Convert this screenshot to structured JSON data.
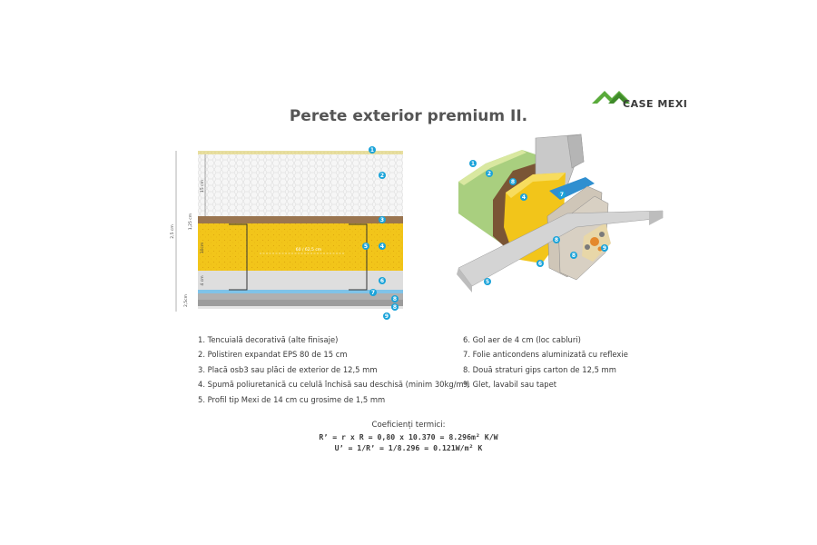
{
  "header": {
    "title": "Perete exterior premium II.",
    "logo_text": "CASE MEXI"
  },
  "section": {
    "markers": [
      "1",
      "2",
      "3",
      "4",
      "5",
      "6",
      "7",
      "8",
      "8",
      "9"
    ],
    "dims": {
      "total": "2,5 cm",
      "eps": "15 cm",
      "osb": "1,25 cm",
      "foam": "10cm",
      "gap": "4 cm",
      "gips": "2,5cm",
      "spacing": "60 / 62,5 cm"
    }
  },
  "iso": {
    "markers": [
      "1",
      "2",
      "8",
      "4",
      "7",
      "8",
      "6",
      "5",
      "8",
      "9"
    ]
  },
  "legend": {
    "left": [
      "1. Tencuială decorativă (alte finisaje)",
      "2. Polistiren expandat EPS 80 de 15 cm",
      "3. Placă osb3 sau plăci de exterior de 12,5 mm",
      "4. Spumă poliuretanică cu celulă închisă sau deschisă (minim 30kg/m³)",
      "5. Profil tip Mexi de 14 cm cu grosime de 1,5 mm"
    ],
    "right": [
      "6. Gol aer de 4 cm (loc cabluri)",
      "7. Folie anticondens aluminizată cu reflexie",
      "8. Două straturi gips carton de 12,5 mm",
      "9. Glet, lavabil sau tapet"
    ]
  },
  "coefficients": {
    "heading": "Coeficienți termici:",
    "r_formula": "R’ = r x R = 0,80 x 10.370 = 8.296m² K/W",
    "u_formula": "U’ = 1/R’ = 1/8.296 = 0.121W/m² K"
  },
  "colors": {
    "marker": "#1aa3d9",
    "eps": "#f4f4f4",
    "osb": "#9a7550",
    "foam": "#f2c51a",
    "gap": "#dedede",
    "foil": "#7fc3e8",
    "gips": "#a6a6a6",
    "green": "#a9cf7f",
    "logo_green": "#5aab3b"
  }
}
